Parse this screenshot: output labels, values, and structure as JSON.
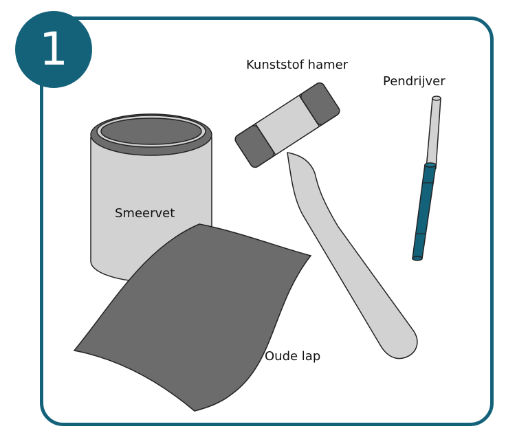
{
  "step": {
    "number": "1"
  },
  "labels": {
    "hammer": "Kunststof hamer",
    "punch": "Pendrijver",
    "grease": "Smeervet",
    "rag": "Oude lap"
  },
  "colors": {
    "frame": "#14627a",
    "dark_gray": "#6c6c6c",
    "light_gray": "#d2d2d2",
    "outline": "#222222",
    "punch_grip": "#14627a"
  },
  "icons": [
    "grease-can-icon",
    "rag-icon",
    "plastic-hammer-icon",
    "pin-punch-icon"
  ]
}
